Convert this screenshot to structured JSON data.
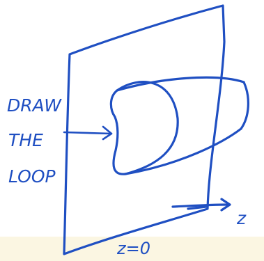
{
  "annotation": {
    "line1": "DRAW",
    "line2": "THE",
    "line3": "LOOP"
  },
  "axis": {
    "label": "z"
  },
  "plane": {
    "label": "z=0"
  },
  "colors": {
    "ink": "#1f4fc2",
    "paper": "#ffffff",
    "band": "#fbf6e2"
  }
}
